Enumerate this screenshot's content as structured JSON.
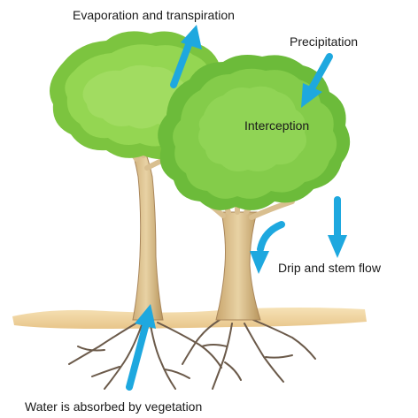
{
  "labels": {
    "evaporation": "Evaporation and transpiration",
    "precipitation": "Precipitation",
    "interception": "Interception",
    "drip": "Drip and stem flow",
    "absorption": "Water is absorbed by vegetation"
  },
  "colors": {
    "arrow": "#1ea8df",
    "canopy_light": "#8fd04a",
    "canopy_mid": "#6cbb3a",
    "canopy_dark": "#4e9a2a",
    "trunk": "#dcc08e",
    "trunk_shade": "#b8955c",
    "ground": "#f1d7a6",
    "roots": "#6b5a4a"
  },
  "icons": [
    "arrow-up-icon",
    "arrow-down-icon",
    "curved-arrow-icon"
  ]
}
